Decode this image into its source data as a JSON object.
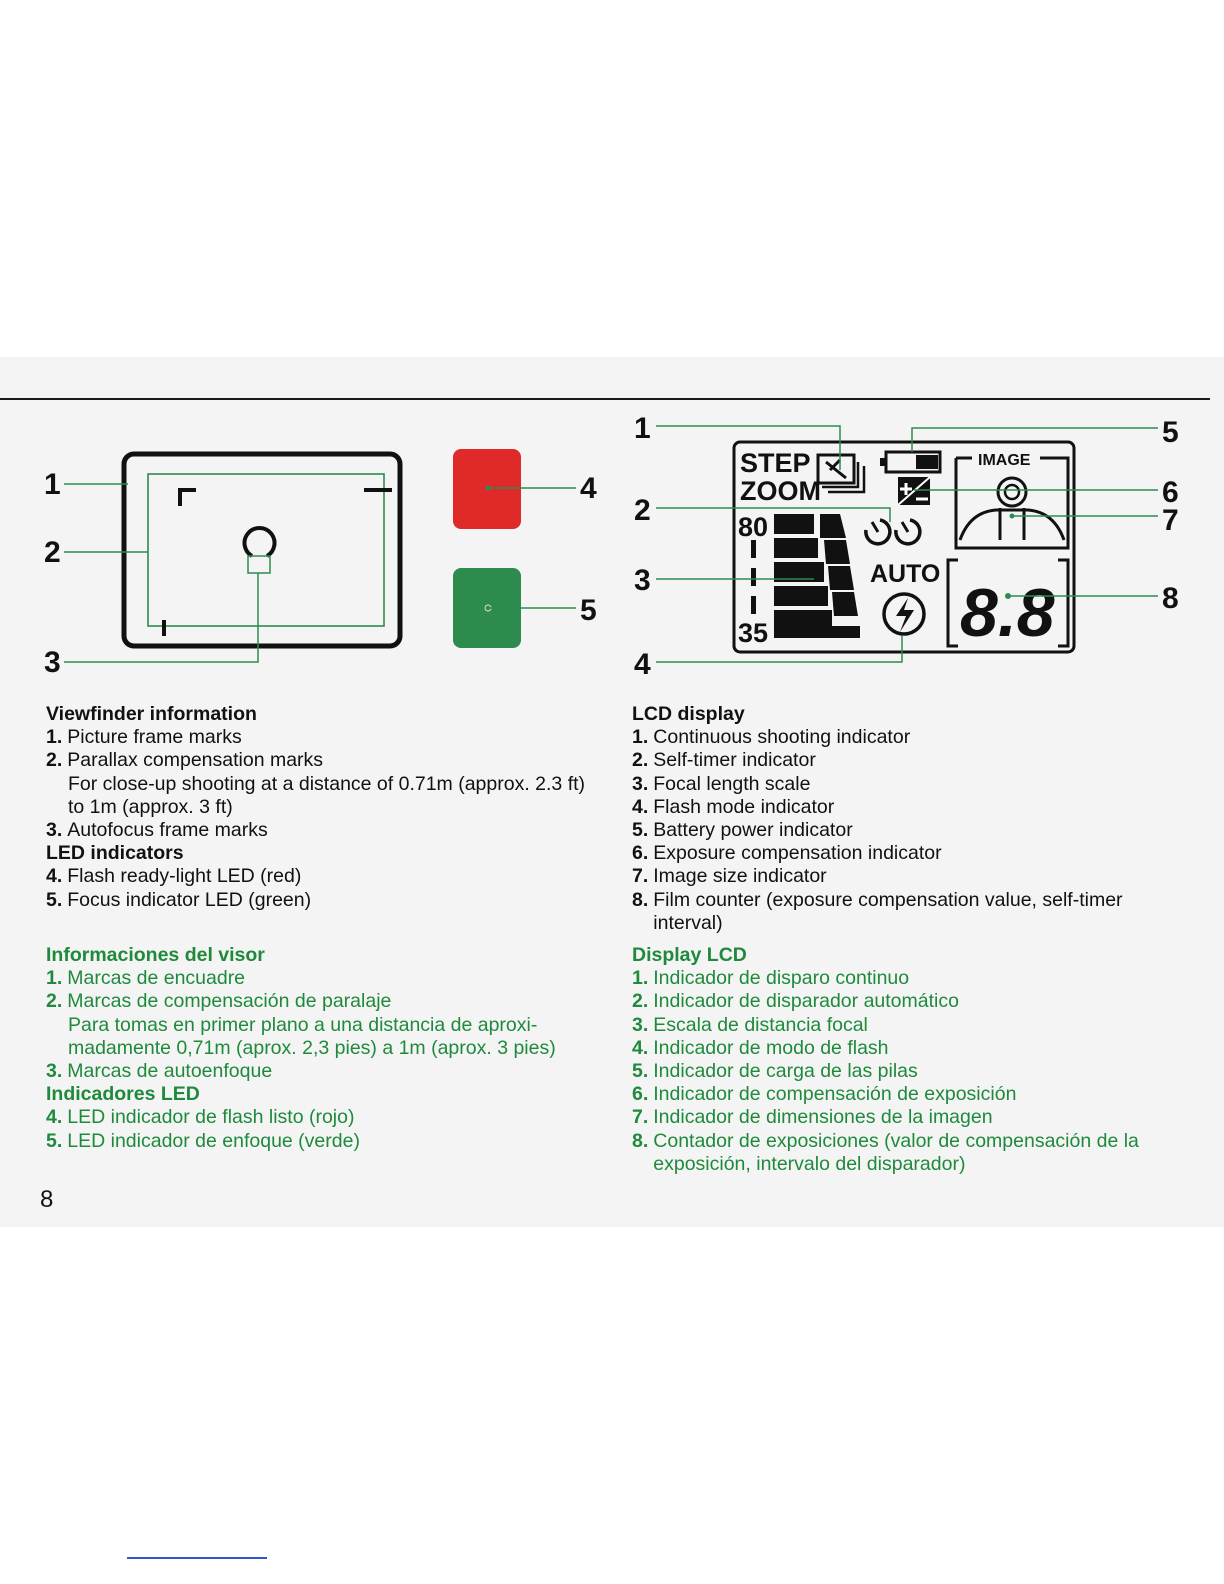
{
  "viewfinder_callouts": [
    "1",
    "2",
    "3",
    "4",
    "5"
  ],
  "lcd_callouts": [
    "1",
    "2",
    "3",
    "4",
    "5",
    "6",
    "7",
    "8"
  ],
  "lcd": {
    "step": "STEP",
    "zoom": "ZOOM",
    "image": "IMAGE",
    "auto": "AUTO",
    "focal_max": "80",
    "focal_min": "35",
    "counter": "8.8"
  },
  "colors": {
    "flash_led": "#e02a2a",
    "focus_led": "#2e8b4e",
    "leader_line": "#2e8b4e",
    "spanish_text": "#1f8a3c"
  },
  "en_left": {
    "heading1": "Viewfinder information",
    "items": [
      {
        "num": "1.",
        "text": "Picture frame marks"
      },
      {
        "num": "2.",
        "text": "Parallax compensation marks"
      },
      {
        "num": "",
        "text": "For close-up shooting at a distance of 0.71m (approx. 2.3 ft) to 1m (approx. 3 ft)"
      },
      {
        "num": "3.",
        "text": "Autofocus frame marks"
      }
    ],
    "heading2": "LED indicators",
    "items2": [
      {
        "num": "4.",
        "text": "Flash ready-light LED (red)"
      },
      {
        "num": "5.",
        "text": "Focus indicator LED (green)"
      }
    ]
  },
  "en_right": {
    "heading": "LCD display",
    "items": [
      {
        "num": "1.",
        "text": "Continuous shooting indicator"
      },
      {
        "num": "2.",
        "text": "Self-timer indicator"
      },
      {
        "num": "3.",
        "text": "Focal length scale"
      },
      {
        "num": "4.",
        "text": "Flash mode indicator"
      },
      {
        "num": "5.",
        "text": "Battery power indicator"
      },
      {
        "num": "6.",
        "text": "Exposure compensation indicator"
      },
      {
        "num": "7.",
        "text": "Image size indicator"
      },
      {
        "num": "8.",
        "text": "Film counter (exposure compensation value, self-timer interval)"
      }
    ]
  },
  "es_left": {
    "heading1": "Informaciones del visor",
    "items": [
      {
        "num": "1.",
        "text": "Marcas de encuadre"
      },
      {
        "num": "2.",
        "text": "Marcas de compensación de paralaje"
      },
      {
        "num": "",
        "text": "Para tomas en primer plano a una distancia de aproxi-madamente 0,71m (aprox. 2,3 pies) a 1m (aprox. 3 pies)"
      },
      {
        "num": "3.",
        "text": "Marcas de autoenfoque"
      }
    ],
    "heading2": "Indicadores LED",
    "items2": [
      {
        "num": "4.",
        "text": "LED indicador de flash listo (rojo)"
      },
      {
        "num": "5.",
        "text": "LED indicador de enfoque (verde)"
      }
    ]
  },
  "es_right": {
    "heading": "Display LCD",
    "items": [
      {
        "num": "1.",
        "text": "Indicador de disparo continuo"
      },
      {
        "num": "2.",
        "text": "Indicador de disparador automático"
      },
      {
        "num": "3.",
        "text": "Escala de distancia focal"
      },
      {
        "num": "4.",
        "text": "Indicador de modo de flash"
      },
      {
        "num": "5.",
        "text": "Indicador de carga de las pilas"
      },
      {
        "num": "6.",
        "text": "Indicador de compensación de exposición"
      },
      {
        "num": "7.",
        "text": "Indicador de dimensiones de la imagen"
      },
      {
        "num": "8.",
        "text": "Contador de exposiciones (valor de compensación de la exposición, intervalo del disparador)"
      }
    ]
  },
  "page_number": "8"
}
